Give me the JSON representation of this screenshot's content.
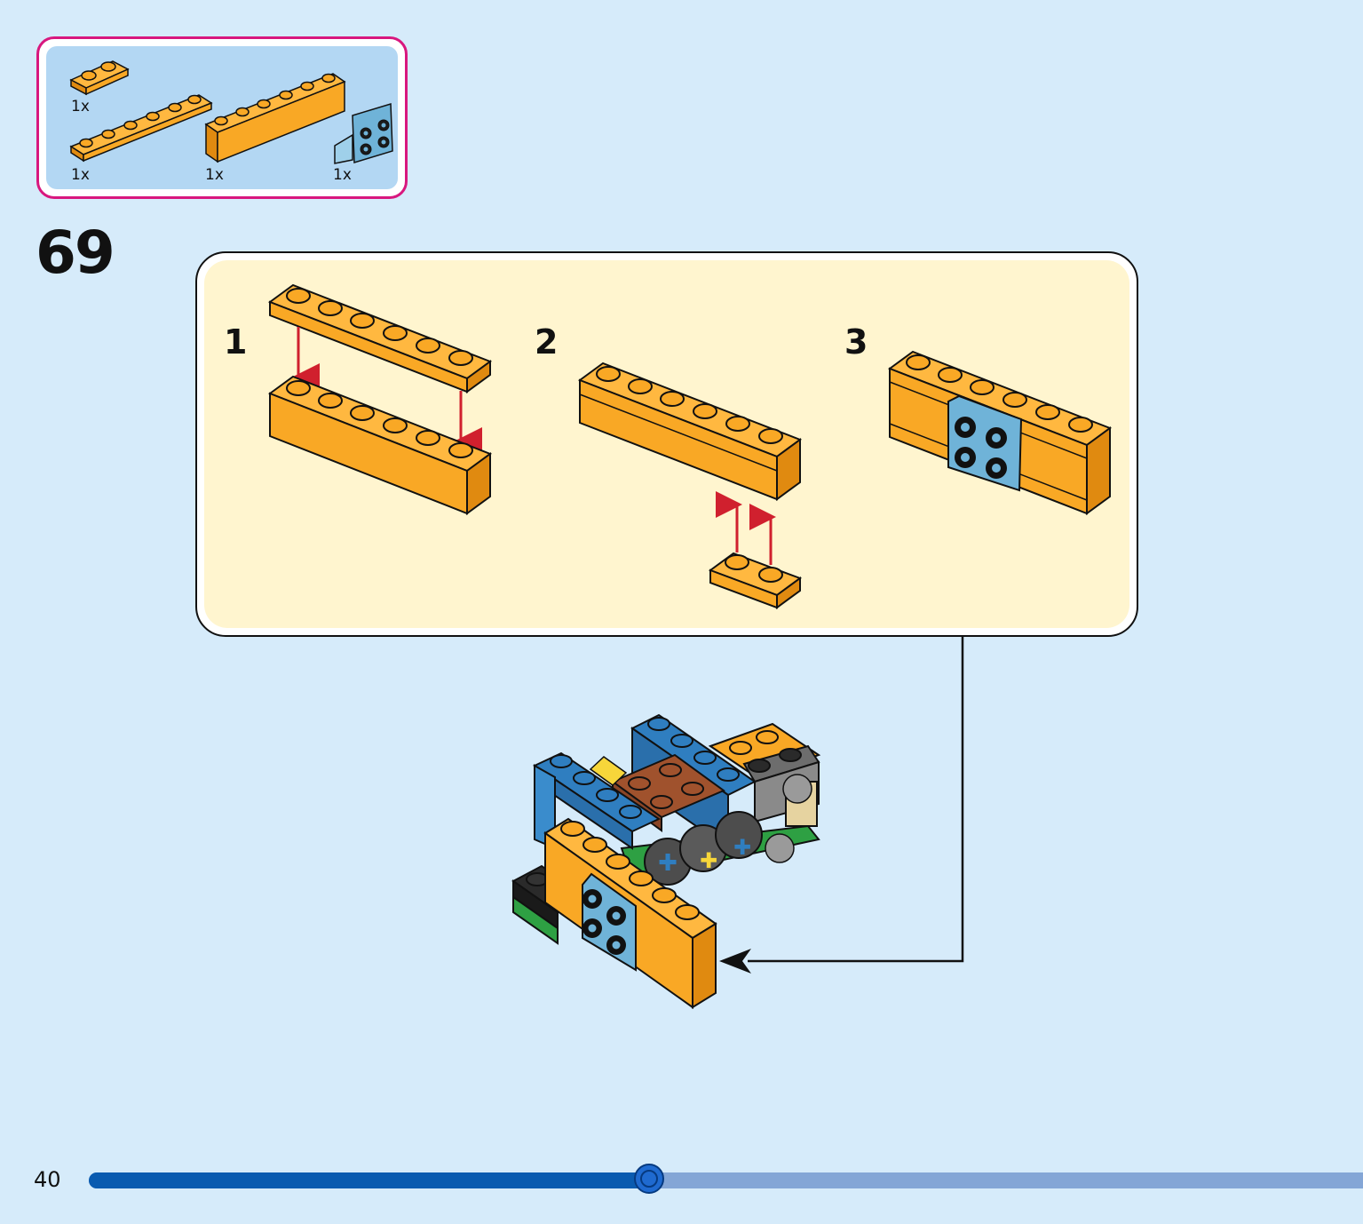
{
  "step": {
    "number": "69"
  },
  "parts_list": [
    {
      "name": "orange-plate-1x2",
      "qty": "1x"
    },
    {
      "name": "orange-plate-1x6",
      "qty": "1x"
    },
    {
      "name": "orange-brick-1x6",
      "qty": "1x"
    },
    {
      "name": "light-blue-bracket-1x2-2x2",
      "qty": "1x"
    }
  ],
  "sub_assembly": {
    "steps": [
      {
        "label": "1"
      },
      {
        "label": "2"
      },
      {
        "label": "3"
      }
    ]
  },
  "footer": {
    "page_number": "40",
    "progress_fraction": 0.44
  },
  "colors": {
    "background": "#d6ebfa",
    "parts_border": "#d8177e",
    "sub_panel": "#fff5cf",
    "orange": "#f9a825",
    "light_blue": "#6fb3d8",
    "arrow_red": "#d0202e",
    "progress_fill": "#0a5bb0",
    "progress_track": "#84a6d6"
  }
}
